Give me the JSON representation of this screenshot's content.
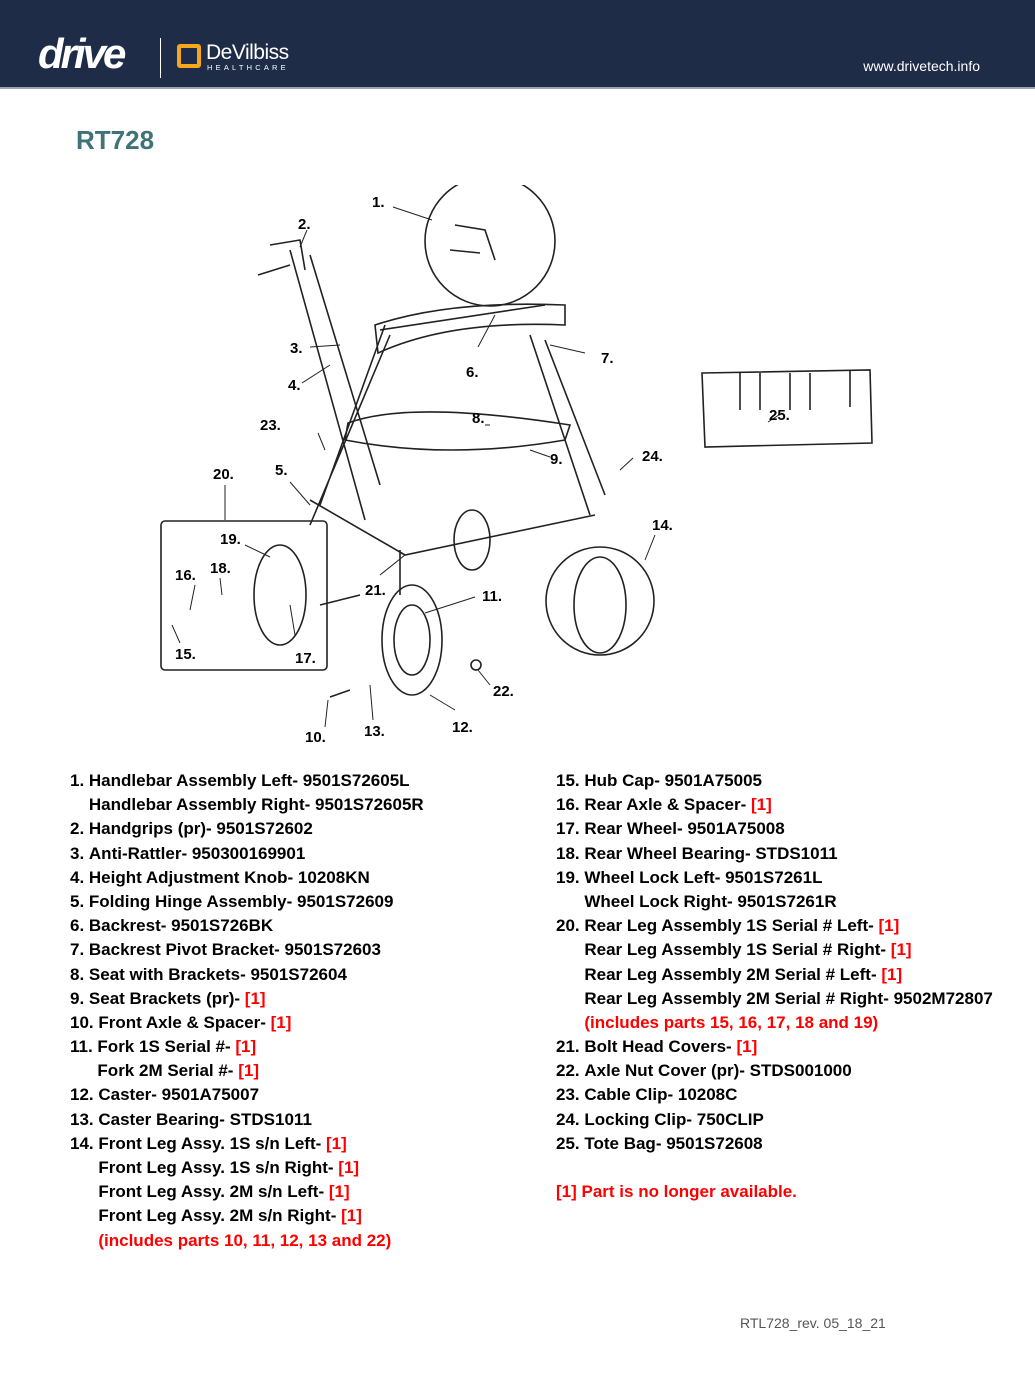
{
  "header": {
    "brand": "drive",
    "partner": "DeVilbiss",
    "partner_sub": "HEALTHCARE",
    "website": "www.drivetech.info"
  },
  "title": "RT728",
  "diagram": {
    "callouts": [
      "1.",
      "2.",
      "3.",
      "4.",
      "5.",
      "6.",
      "7.",
      "8.",
      "9.",
      "10.",
      "11.",
      "12.",
      "13.",
      "14.",
      "15.",
      "16.",
      "17.",
      "18.",
      "19.",
      "20.",
      "21.",
      "22.",
      "23.",
      "24.",
      "25."
    ]
  },
  "parts_left": [
    {
      "num": "1.",
      "text": "Handlebar Assembly Left- 9501S72605L",
      "red": ""
    },
    {
      "num": "",
      "text": "Handlebar Assembly Right- 9501S72605R",
      "red": ""
    },
    {
      "num": "2.",
      "text": "Handgrips (pr)- 9501S72602",
      "red": ""
    },
    {
      "num": "3.",
      "text": "Anti-Rattler- 950300169901",
      "red": ""
    },
    {
      "num": "4.",
      "text": "Height Adjustment Knob- 10208KN",
      "red": ""
    },
    {
      "num": "5.",
      "text": "Folding Hinge Assembly- 9501S72609",
      "red": ""
    },
    {
      "num": "6.",
      "text": "Backrest- 9501S726BK",
      "red": ""
    },
    {
      "num": "7.",
      "text": "Backrest Pivot Bracket- 9501S72603",
      "red": ""
    },
    {
      "num": "8.",
      "text": "Seat with Brackets- 9501S72604",
      "red": ""
    },
    {
      "num": "9.",
      "text": "Seat Brackets (pr)- ",
      "red": "[1]"
    },
    {
      "num": "10.",
      "text": "Front Axle & Spacer- ",
      "red": "[1]"
    },
    {
      "num": "11.",
      "text": "Fork 1S Serial #- ",
      "red": "[1]"
    },
    {
      "num": "",
      "text": "Fork 2M Serial #- ",
      "red": "[1]"
    },
    {
      "num": "12.",
      "text": "Caster- 9501A75007",
      "red": ""
    },
    {
      "num": "13.",
      "text": "Caster Bearing- STDS1011",
      "red": ""
    },
    {
      "num": "14.",
      "text": "Front Leg Assy. 1S s/n Left- ",
      "red": "[1]"
    },
    {
      "num": "",
      "text": "Front Leg Assy. 1S s/n Right- ",
      "red": "[1]"
    },
    {
      "num": "",
      "text": "Front Leg Assy. 2M s/n Left- ",
      "red": "[1]"
    },
    {
      "num": "",
      "text": "Front Leg Assy. 2M s/n Right- ",
      "red": "[1]"
    },
    {
      "num": "",
      "text": "",
      "red": "(includes parts 10, 11, 12, 13 and 22)"
    }
  ],
  "parts_right": [
    {
      "num": "15.",
      "text": "Hub Cap- 9501A75005",
      "red": ""
    },
    {
      "num": "16.",
      "text": "Rear Axle & Spacer- ",
      "red": "[1]"
    },
    {
      "num": "17.",
      "text": "Rear Wheel- 9501A75008",
      "red": ""
    },
    {
      "num": "18.",
      "text": "Rear Wheel Bearing- STDS1011",
      "red": ""
    },
    {
      "num": "19.",
      "text": "Wheel Lock Left- 9501S7261L",
      "red": ""
    },
    {
      "num": "",
      "text": "Wheel Lock Right- 9501S7261R",
      "red": ""
    },
    {
      "num": "20.",
      "text": "Rear Leg Assembly 1S Serial # Left- ",
      "red": "[1]"
    },
    {
      "num": "",
      "text": "Rear Leg Assembly 1S Serial # Right- ",
      "red": "[1]"
    },
    {
      "num": "",
      "text": "Rear Leg Assembly 2M Serial # Left- ",
      "red": "[1]"
    },
    {
      "num": "",
      "text": "Rear Leg Assembly 2M Serial # Right- 9502M72807",
      "red": ""
    },
    {
      "num": "",
      "text": "",
      "red": "(includes parts 15, 16, 17, 18 and 19)"
    },
    {
      "num": "21.",
      "text": "Bolt Head Covers- ",
      "red": "[1]"
    },
    {
      "num": "22.",
      "text": "Axle Nut Cover (pr)- STDS001000",
      "red": ""
    },
    {
      "num": "23.",
      "text": "Cable Clip- 10208C",
      "red": ""
    },
    {
      "num": "24.",
      "text": "Locking Clip- 750CLIP",
      "red": ""
    },
    {
      "num": "25.",
      "text": "Tote Bag- 9501S72608",
      "red": ""
    }
  ],
  "note": "[1] Part is no longer available.",
  "footer": "RTL728_rev. 05_18_21"
}
